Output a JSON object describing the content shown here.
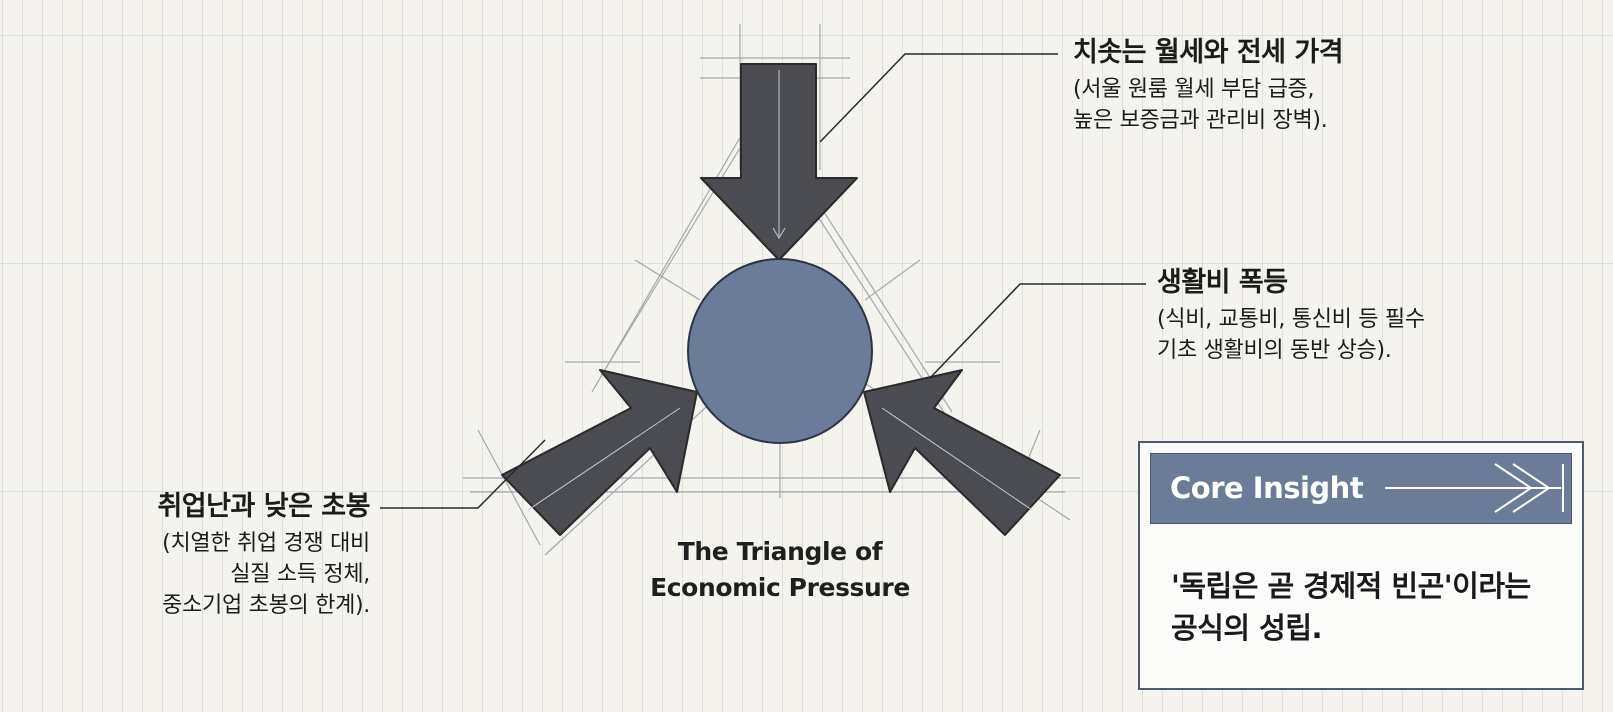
{
  "diagram": {
    "center_caption": [
      "The Triangle of",
      "Economic Pressure"
    ],
    "pressures": [
      {
        "title": "치솟는 월세와 전세 가격",
        "description": [
          "(서울 원룸 월세 부담 급증,",
          "높은 보증금과 관리비 장벽)."
        ]
      },
      {
        "title": "생활비 폭등",
        "description": [
          "(식비, 교통비, 통신비 등 필수",
          "기초 생활비의 동반 상승)."
        ]
      },
      {
        "title": "취업난과 낮은 초봉",
        "description": [
          "(치열한 취업 경쟁 대비",
          "실질 소득 정체,",
          "중소기업 초봉의 한계)."
        ]
      }
    ]
  },
  "insight": {
    "header": "Core Insight",
    "body": [
      "'독립은 곧 경제적 빈곤'이라는",
      "공식의 성립."
    ]
  },
  "colors": {
    "background": "#f4f3ee",
    "arrow_fill": "#4a4c52",
    "circle_fill": "#6c7c98",
    "line": "#2a2a2a",
    "header_fill": "#6c7c98"
  }
}
